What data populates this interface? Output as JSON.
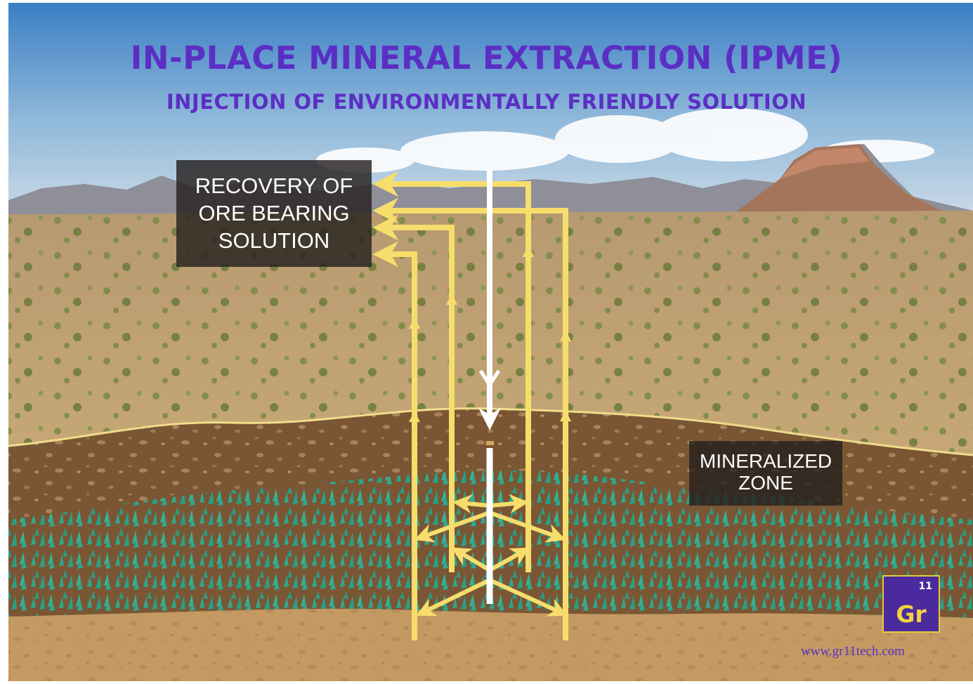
{
  "title": "IN-PLACE MINERAL EXTRACTION (IPME)",
  "subtitle": "INJECTION OF ENVIRONMENTALLY FRIENDLY SOLUTION",
  "recovery_label": [
    "RECOVERY OF",
    "ORE BEARING",
    "SOLUTION"
  ],
  "zone_label": [
    "MINERALIZED",
    "ZONE"
  ],
  "element": {
    "number": "11",
    "symbol": "Gr"
  },
  "website": "www.gr11tech.com",
  "colors": {
    "title": "#5b2fc4",
    "arrow": "#f7dd6b",
    "injection": "#ffffff",
    "sky_top": "#3f88cc",
    "soil": "#7a5635",
    "mineral": "#2fa88c",
    "bedrock": "#c49a62",
    "tile": "#4b2a9e",
    "tile_symbol": "#f2d33c",
    "website": "#5b2fc4"
  }
}
